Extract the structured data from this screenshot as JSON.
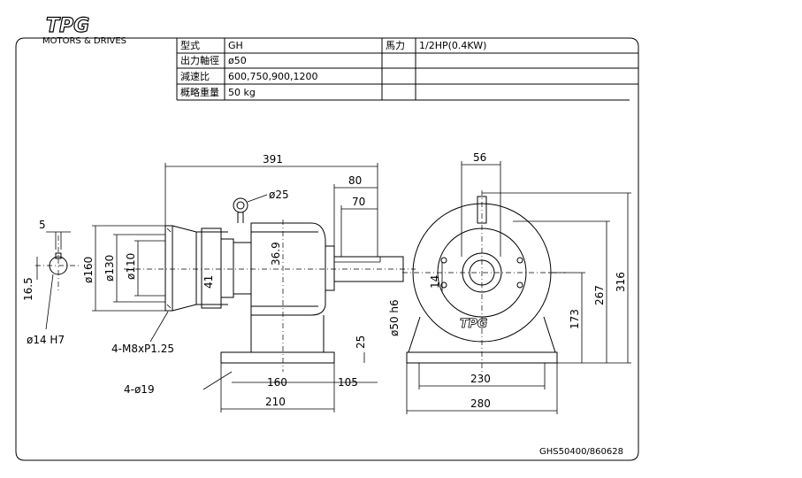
{
  "logo": {
    "brand": "TPG",
    "tagline": "MOTORS & DRIVES"
  },
  "spec_table": {
    "rows": [
      {
        "label": "型式",
        "value": "GH",
        "label2": "馬力",
        "value2": "1/2HP(0.4KW)"
      },
      {
        "label": "出力軸徑",
        "value": "ø50"
      },
      {
        "label": "減速比",
        "value": "600,750,900,1200"
      },
      {
        "label": "概略重量",
        "value": "50 kg"
      }
    ]
  },
  "dimensions": {
    "overall_length": "391",
    "d80": "80",
    "d70": "70",
    "eyebolt": "ø25",
    "d5": "5",
    "d16_5": "16.5",
    "phi160": "ø160",
    "phi130": "ø130",
    "phi110": "ø110",
    "d36_9": "36.9",
    "d41": "41",
    "shaft": "ø50 h6",
    "d25": "25",
    "phi14": "ø14  H7",
    "bolts": "4-M8xP1.25",
    "holes": "4-ø19",
    "d160": "160",
    "d105": "105",
    "d210": "210",
    "d56": "56",
    "d14": "14",
    "d173": "173",
    "d267": "267",
    "d316": "316",
    "d230": "230",
    "d280": "280"
  },
  "drawing_no": "GHS50400/860628"
}
